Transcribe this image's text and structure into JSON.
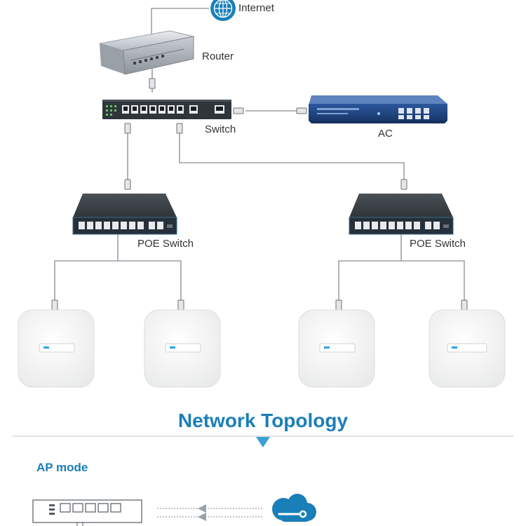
{
  "colors": {
    "accent": "#1a7fb8",
    "wire": "#9aa1a6",
    "device_dark": "#333a40",
    "ac_blue": "#1e3f7a",
    "ap_white": "#f7f7f7"
  },
  "nodes": {
    "internet": {
      "label": "Internet",
      "icon": "globe-icon"
    },
    "router": {
      "label": "Router"
    },
    "switch": {
      "label": "Switch"
    },
    "ac": {
      "label": "AC"
    },
    "poe_left": {
      "label": "POE Switch"
    },
    "poe_right": {
      "label": "POE Switch"
    }
  },
  "heading": {
    "title": "Network Topology"
  },
  "section": {
    "mode_label": "AP mode",
    "icon": "cloud-icon"
  }
}
